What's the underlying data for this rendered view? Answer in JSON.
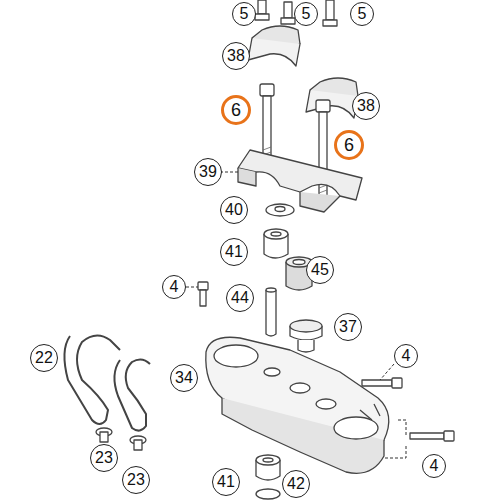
{
  "diagram": {
    "labels": [
      "5",
      "5",
      "5",
      "38",
      "38",
      "6",
      "6",
      "39",
      "40",
      "41",
      "45",
      "4",
      "44",
      "37",
      "4",
      "22",
      "34",
      "4",
      "23",
      "23",
      "41",
      "42"
    ]
  }
}
